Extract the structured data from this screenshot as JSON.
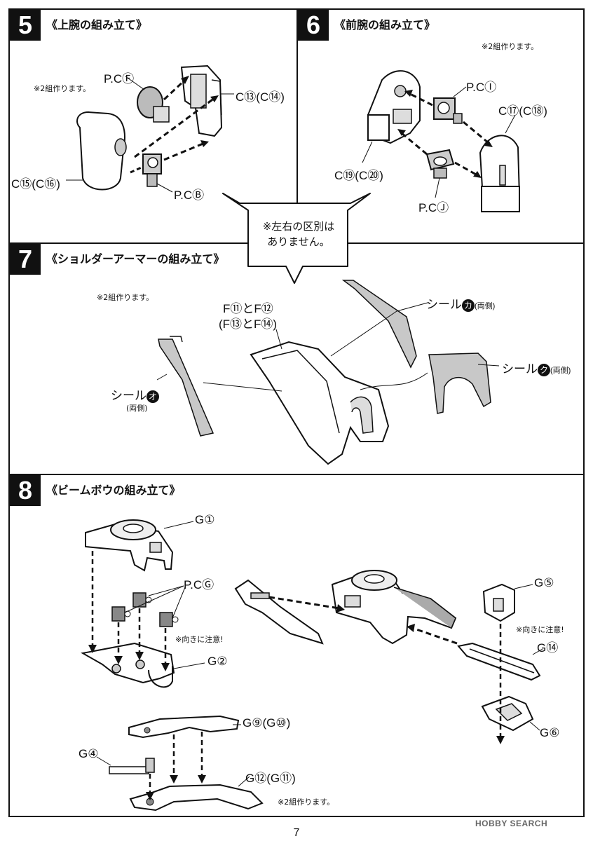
{
  "steps": {
    "s5": {
      "num": "5",
      "title": "《上腕の組み立て》",
      "note": "※2組作ります。",
      "labels": {
        "pcf": "P.CⒻ",
        "c13": "C⑬(C⑭)",
        "c15": "C⑮(C⑯)",
        "pcb": "P.CⒷ"
      }
    },
    "s6": {
      "num": "6",
      "title": "《前腕の組み立て》",
      "note": "※2組作ります。",
      "labels": {
        "pci": "P.CⒾ",
        "c17": "C⑰(C⑱)",
        "c19": "C⑲(C⑳)",
        "pcj": "P.CⒿ"
      }
    },
    "s7": {
      "num": "7",
      "title": "《ショルダーアーマーの組み立て》",
      "note": "※2組作ります。",
      "labels": {
        "f11": "F⑪とF⑫",
        "f13": "(F⑬とF⑭)",
        "seal_ka": "シール",
        "seal_ka_mark": "カ",
        "seal_ka_side": "(両側)",
        "seal_ku": "シール",
        "seal_ku_mark": "ク",
        "seal_ku_side": "(両側)",
        "seal_o": "シール",
        "seal_o_mark": "オ",
        "seal_o_side": "(両側)"
      }
    },
    "s8": {
      "num": "8",
      "title": "《ビームボウの組み立て》",
      "note": "※2組作ります。",
      "labels": {
        "g1": "G①",
        "pcg": "P.CⒼ",
        "caution1": "※向きに注意!",
        "g2": "G②",
        "g9": "G⑨(G⑩)",
        "g4": "G④",
        "g12": "G⑫(G⑪)",
        "g5": "G⑤",
        "caution2": "※向きに注意!",
        "g14": "G⑭",
        "g6": "G⑥"
      }
    }
  },
  "callout": {
    "line1": "※左右の区別は",
    "line2": "ありません。"
  },
  "page_number": "7",
  "watermark": "HOBBY SEARCH"
}
